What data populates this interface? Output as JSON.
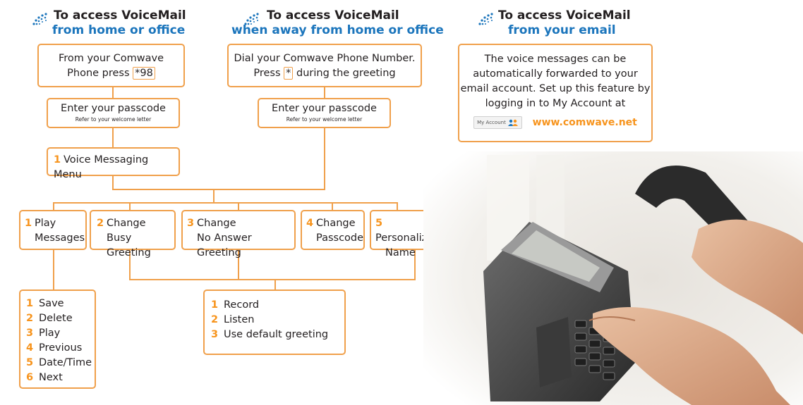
{
  "headers": [
    {
      "line1": "To access VoiceMail",
      "line2": "from home or office"
    },
    {
      "line1": "To access VoiceMail",
      "line2": "when away from home or office"
    },
    {
      "line1": "To access VoiceMail",
      "line2": "from your email"
    }
  ],
  "home": {
    "text1": "From your Comwave",
    "text2": "Phone press",
    "key": "*98"
  },
  "away": {
    "text1": "Dial your Comwave Phone Number.",
    "text2a": "Press",
    "key": "*",
    "text2b": "during the greeting"
  },
  "email": {
    "lines": [
      "The voice messages can be",
      "automatically forwarded to your",
      "email account.  Set up this feature by",
      "logging in to My Account at"
    ],
    "button_label": "My Account",
    "url": "www.comwave.net"
  },
  "passcode": {
    "title": "Enter your passcode",
    "note": "Refer to your welcome letter"
  },
  "menu": {
    "num": "1",
    "label": "Voice Messaging Menu"
  },
  "options": [
    {
      "num": "1",
      "line1": "Play",
      "line2": "Messages"
    },
    {
      "num": "2",
      "line1": "Change",
      "line2": "Busy Greeting"
    },
    {
      "num": "3",
      "line1": "Change",
      "line2": "No Answer Greeting"
    },
    {
      "num": "4",
      "line1": "Change",
      "line2": "Passcode"
    },
    {
      "num": "5",
      "line1": "Personalize",
      "line2": "Name"
    }
  ],
  "play_submenu": [
    {
      "num": "1",
      "label": "Save"
    },
    {
      "num": "2",
      "label": "Delete"
    },
    {
      "num": "3",
      "label": "Play"
    },
    {
      "num": "4",
      "label": "Previous"
    },
    {
      "num": "5",
      "label": "Date/Time"
    },
    {
      "num": "6",
      "label": "Next"
    }
  ],
  "greeting_submenu": [
    {
      "num": "1",
      "label": "Record"
    },
    {
      "num": "2",
      "label": "Listen"
    },
    {
      "num": "3",
      "label": "Use default greeting"
    }
  ],
  "colors": {
    "accent": "#f0a04b",
    "number": "#f7941d",
    "blue": "#1b75bc"
  }
}
